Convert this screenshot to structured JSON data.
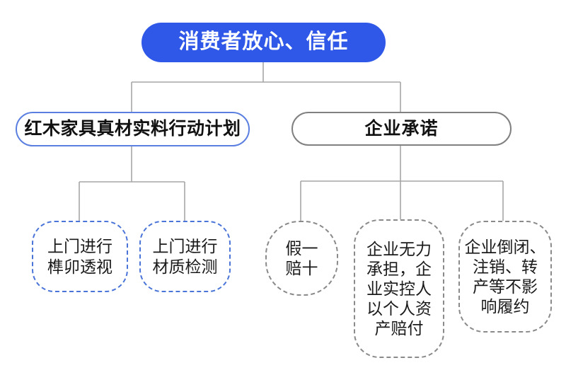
{
  "diagram": {
    "title_text": "消费者放心、信任",
    "background_color": "#ffffff",
    "accent_blue": "#2f58e8",
    "border_blue": "#5a7fe0",
    "border_gray": "#808080",
    "connector_color": "#a6a6a6",
    "root": {
      "label": "消费者放心、信任"
    },
    "branches": [
      {
        "label": "红木家具真材实料行动计划",
        "style": "blue-outline-pill",
        "children": [
          {
            "label": "上门进行\n榫卯透视",
            "style": "blue-dashed"
          },
          {
            "label": "上门进行\n材质检测",
            "style": "blue-dashed"
          }
        ]
      },
      {
        "label": "企业承诺",
        "style": "gray-outline-pill",
        "children": [
          {
            "label": "假一\n赔十",
            "style": "gray-dashed"
          },
          {
            "label": "企业无力\n承担，企\n业实控人\n以个人资\n产赔付",
            "style": "gray-dashed"
          },
          {
            "label": "企业倒闭、\n注销、转\n产等不影\n响履约",
            "style": "gray-dashed"
          }
        ]
      }
    ]
  }
}
